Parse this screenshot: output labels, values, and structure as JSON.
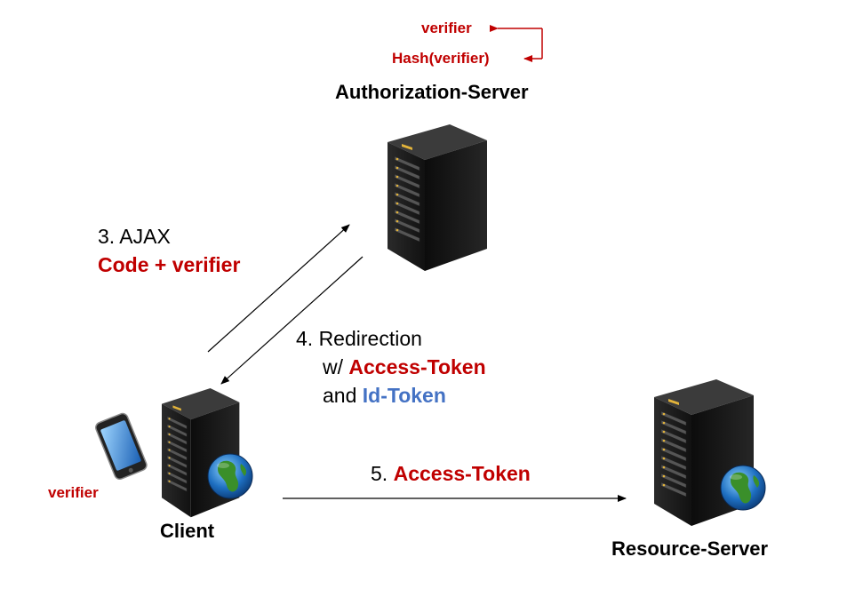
{
  "colors": {
    "accent_red": "#c00000",
    "accent_blue": "#4472c4",
    "server_body": "#1a1a1a"
  },
  "auth_server": {
    "label": "Authorization-Server",
    "verifier": "verifier",
    "hash_verifier": "Hash(verifier)"
  },
  "client": {
    "label": "Client",
    "verifier": "verifier"
  },
  "resource_server": {
    "label": "Resource-Server"
  },
  "step3": {
    "line1": "3. AJAX",
    "line2": "Code + verifier"
  },
  "step4": {
    "line1": "4. Redirection",
    "line2_prefix": "w/ ",
    "line2_token": "Access-Token",
    "line3_prefix": "and ",
    "line3_token": "Id-Token"
  },
  "step5": {
    "prefix": "5. ",
    "token": "Access-Token"
  },
  "icons": [
    "server-icon",
    "globe-icon",
    "smartphone-icon"
  ]
}
